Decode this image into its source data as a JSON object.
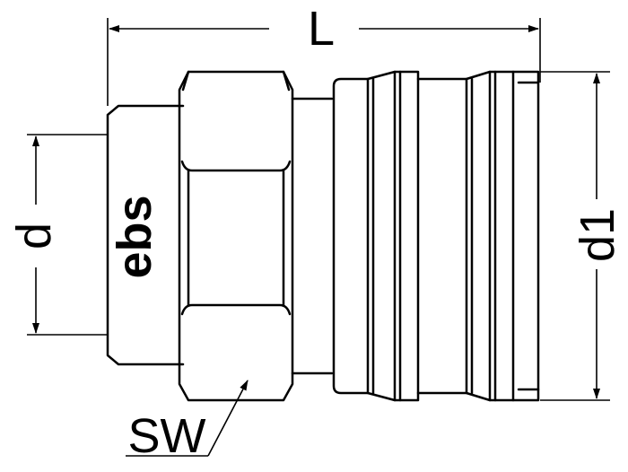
{
  "labels": {
    "length": "L",
    "bore_diameter": "d",
    "outer_diameter": "d1",
    "wrench_size": "SW"
  },
  "logo": "ebs"
}
